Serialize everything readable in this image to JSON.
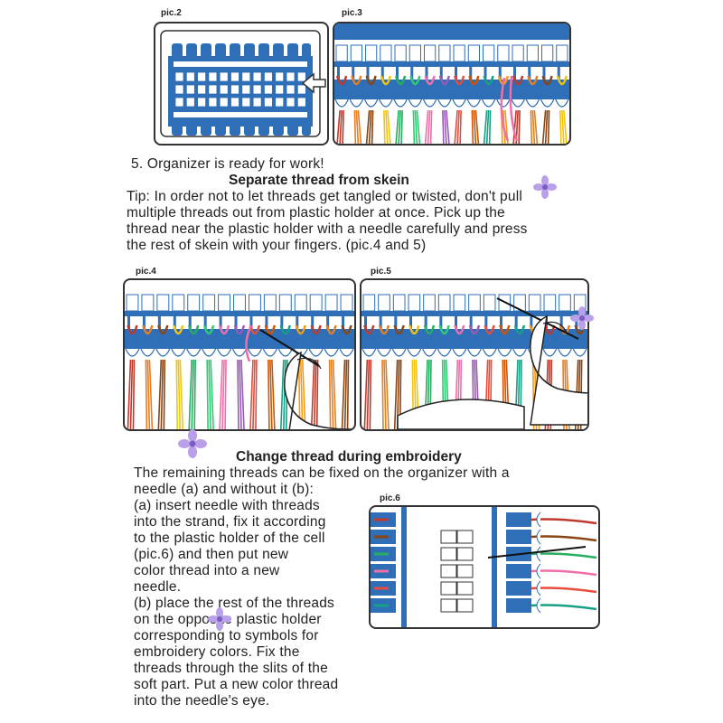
{
  "pictures": {
    "pic2": "pic.2",
    "pic3": "pic.3",
    "pic4": "pic.4",
    "pic5": "pic.5",
    "pic6": "pic.6"
  },
  "step5": "5. Organizer is ready for work!",
  "section1": {
    "heading": "Separate thread from skein",
    "lines": [
      "Tip: In order not to let threads get tangled or twisted, don't pull",
      "multiple threads out from plastic holder at once. Pick up the",
      "thread near the plastic holder with a needle carefully and press",
      "the rest of skein with your fingers. (pic.4 and 5)"
    ]
  },
  "section2": {
    "heading": "Change thread during embroidery",
    "lines": [
      "The remaining threads can be fixed on the organizer with a",
      "needle (a) and without it (b):"
    ],
    "left_lines": [
      "(a) insert needle with threads",
      "into the strand, fix it according",
      "to the plastic holder of the cell",
      "(pic.6) and then put new",
      "color thread into a new",
      "needle.",
      "(b) place the rest of the threads",
      "on the opposite plastic holder",
      "corresponding to symbols for",
      "embroidery colors. Fix the",
      "threads through the slits of the",
      "soft part. Put a new color thread",
      "into the needle's eye."
    ]
  },
  "colors": {
    "blue": "#2e6fb7",
    "threads": [
      "#c0392b",
      "#e67e22",
      "#8b4513",
      "#f1c40f",
      "#27ae60",
      "#2ecc71",
      "#f06eaa",
      "#9b59b6",
      "#e74c3c",
      "#d35400",
      "#16a085",
      "#f39c12"
    ],
    "flower": "#b9a0e8"
  }
}
